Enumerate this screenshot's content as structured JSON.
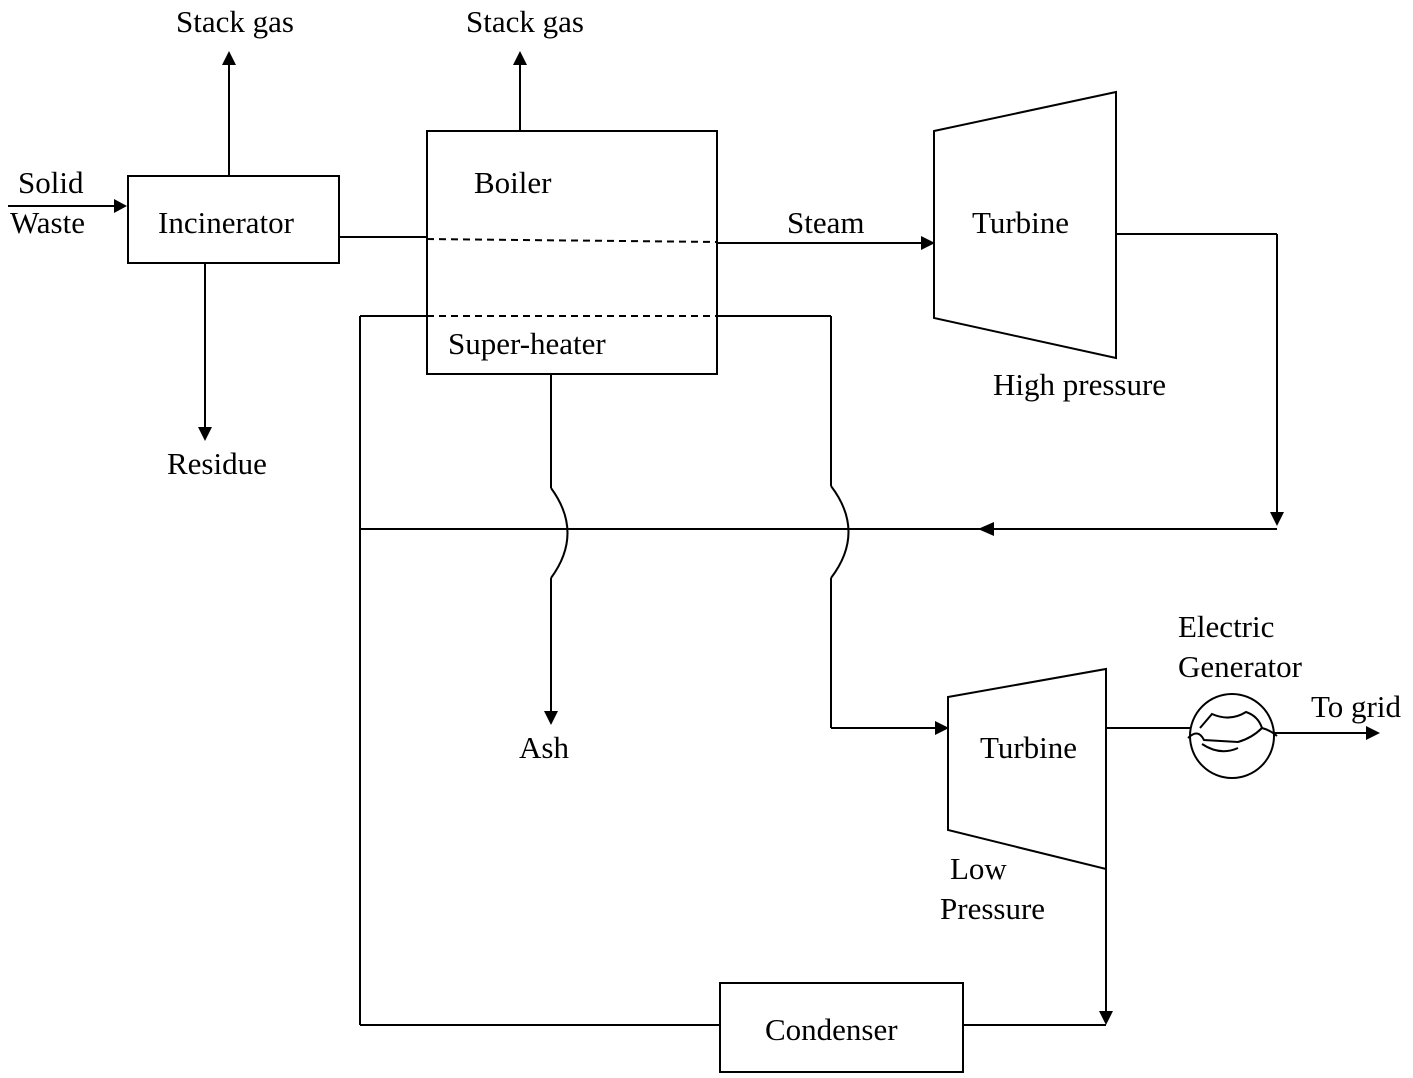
{
  "labels": {
    "solid_waste_line1": "Solid",
    "solid_waste_line2": "Waste",
    "stack_gas_incinerator": "Stack gas",
    "stack_gas_boiler": "Stack gas",
    "incinerator": "Incinerator",
    "residue": "Residue",
    "boiler": "Boiler",
    "super_heater": "Super-heater",
    "steam": "Steam",
    "turbine_high": "Turbine",
    "high_pressure": "High pressure",
    "ash": "Ash",
    "electric_line1": "Electric",
    "electric_line2": "Generator",
    "to_grid": "To grid",
    "turbine_low": "Turbine",
    "low_pressure_line1": "Low",
    "low_pressure_line2": "Pressure",
    "condenser": "Condenser"
  },
  "colors": {
    "line": "#000000",
    "background": "#ffffff"
  }
}
